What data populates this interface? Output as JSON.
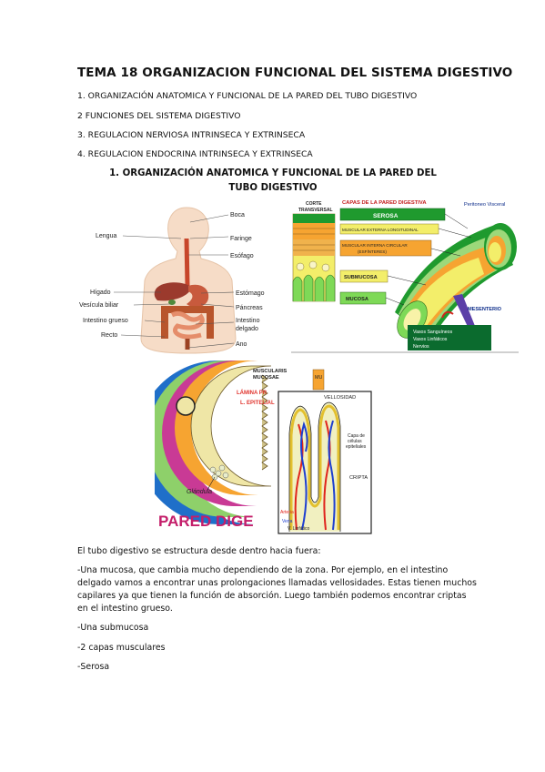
{
  "document": {
    "title": "TEMA 18 ORGANIZACION FUNCIONAL DEL SISTEMA DIGESTIVO",
    "toc": [
      "1. ORGANIZACIÓN ANATOMICA Y FUNCIONAL DE LA PARED DEL TUBO DIGESTIVO",
      "2 FUNCIONES DEL SISTEMA DIGESTIVO",
      "3. REGULACION NERVIOSA INTRINSECA Y EXTRINSECA",
      "4. REGULACION ENDOCRINA INTRINSECA Y EXTRINSECA"
    ],
    "section_title": "1. ORGANIZACIÓN ANATOMICA Y FUNCIONAL DE LA PARED DEL TUBO DIGESTIVO",
    "paragraphs": [
      "El tubo digestivo se estructura desde dentro hacia fuera:",
      "-Una mucosa, que cambia mucho dependiendo de la zona. Por ejemplo, en el intestino delgado vamos a encontrar unas prolongaciones llamadas vellosidades. Estas tienen muchos capilares ya que tienen la función de absorción. Luego también podemos encontrar criptas en el intestino grueso.",
      "-Una submucosa",
      "-2 capas musculares",
      "-Serosa"
    ]
  },
  "figure_anatomy": {
    "labels": {
      "boca": "Boca",
      "lengua": "Lengua",
      "faringe": "Faringe",
      "esofago": "Esófago",
      "higado": "Hígado",
      "estomago": "Estómago",
      "vesicula": "Vesícula biliar",
      "pancreas": "Páncreas",
      "intestino_grueso": "Intestino grueso",
      "intestino_delgado_1": "Intestino",
      "intestino_delgado_2": "delgado",
      "recto": "Recto",
      "ano": "Ano"
    }
  },
  "figure_layers": {
    "corte_1": "CORTE",
    "corte_2": "TRANSVERSAL",
    "heading": "CAPAS DE LA PARED DIGESTIVA",
    "peritoneo": "Peritoneo Visceral",
    "serosa": "SEROSA",
    "muscular_ext": "MUSCULAR EXTERNA LONGITUDINAL",
    "muscular_int_1": "MUSCULAR INTERNA CIRCULAR",
    "muscular_int_2": "(ESFÍNTERES)",
    "submucosa": "SUBMUCOSA",
    "mucosa": "MUCOSA",
    "mesenterio": "MESENTERIO",
    "vasos_sanguineos": "Vasos Sanguíneos",
    "vasos_linfaticos": "Vasos Linfáticos",
    "nervios": "Nervios",
    "colors": {
      "serosa": "#1f9a2e",
      "mucosa": "#7ed957",
      "submucosa": "#f3ee6a",
      "muscular": "#f6a431"
    }
  },
  "figure_wall": {
    "muscularis_1": "MUSCULARIS",
    "muscularis_2": "MUCOSAE",
    "lamina": "LÁMINA PR",
    "epitelial": "L. EPITELIAL",
    "glandula": "Glándula",
    "pared": "PARED DIGE",
    "vellosidad": "VELLOSIDAD",
    "capa_1": "Capa de",
    "capa_2": "células",
    "capa_3": "epiteliales",
    "cripta": "CRIPTA",
    "arteria": "Arteria",
    "vena": "Vena",
    "v_linfatico": "V. Linfático",
    "side_label": "MU"
  }
}
